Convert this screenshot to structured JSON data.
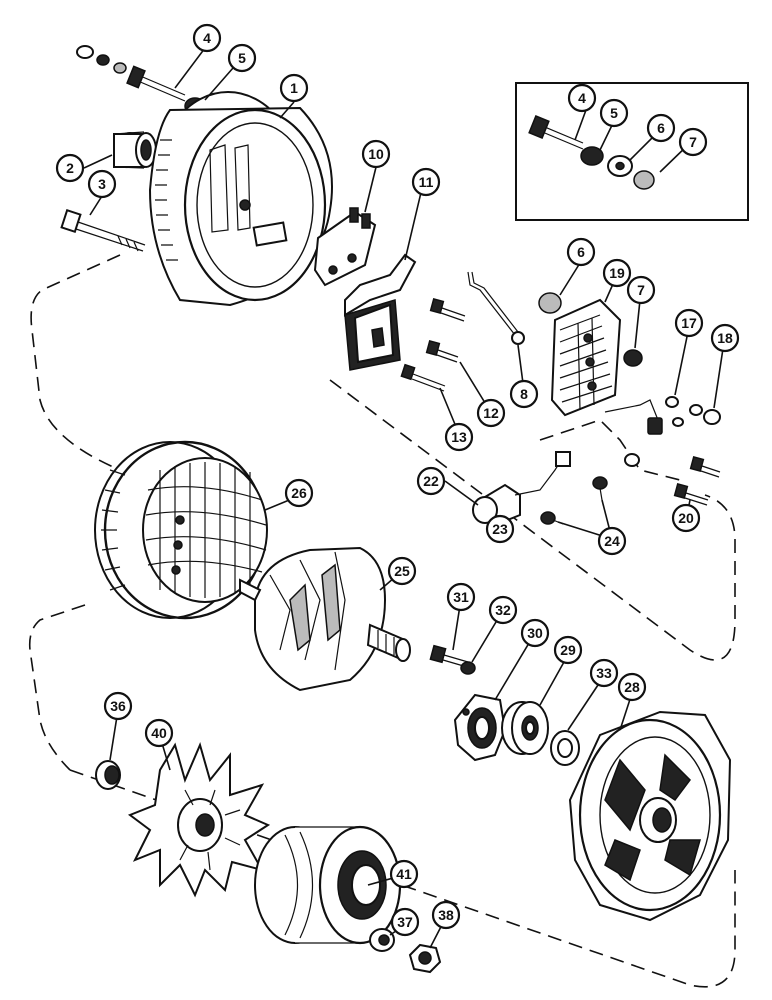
{
  "diagram": {
    "callouts": [
      {
        "id": "1",
        "label": "1"
      },
      {
        "id": "2",
        "label": "2"
      },
      {
        "id": "3",
        "label": "3"
      },
      {
        "id": "4",
        "label": "4"
      },
      {
        "id": "5",
        "label": "5"
      },
      {
        "id": "4b",
        "label": "4"
      },
      {
        "id": "5b",
        "label": "5"
      },
      {
        "id": "6b",
        "label": "6"
      },
      {
        "id": "7b",
        "label": "7"
      },
      {
        "id": "6",
        "label": "6"
      },
      {
        "id": "7",
        "label": "7"
      },
      {
        "id": "8",
        "label": "8"
      },
      {
        "id": "10",
        "label": "10"
      },
      {
        "id": "11",
        "label": "11"
      },
      {
        "id": "12",
        "label": "12"
      },
      {
        "id": "13",
        "label": "13"
      },
      {
        "id": "17",
        "label": "17"
      },
      {
        "id": "18",
        "label": "18"
      },
      {
        "id": "19",
        "label": "19"
      },
      {
        "id": "20",
        "label": "20"
      },
      {
        "id": "22",
        "label": "22"
      },
      {
        "id": "23",
        "label": "23"
      },
      {
        "id": "24",
        "label": "24"
      },
      {
        "id": "25",
        "label": "25"
      },
      {
        "id": "26",
        "label": "26"
      },
      {
        "id": "28",
        "label": "28"
      },
      {
        "id": "29",
        "label": "29"
      },
      {
        "id": "30",
        "label": "30"
      },
      {
        "id": "31",
        "label": "31"
      },
      {
        "id": "32",
        "label": "32"
      },
      {
        "id": "33",
        "label": "33"
      },
      {
        "id": "36",
        "label": "36"
      },
      {
        "id": "37",
        "label": "37"
      },
      {
        "id": "38",
        "label": "38"
      },
      {
        "id": "40",
        "label": "40"
      },
      {
        "id": "41",
        "label": "41"
      }
    ]
  }
}
